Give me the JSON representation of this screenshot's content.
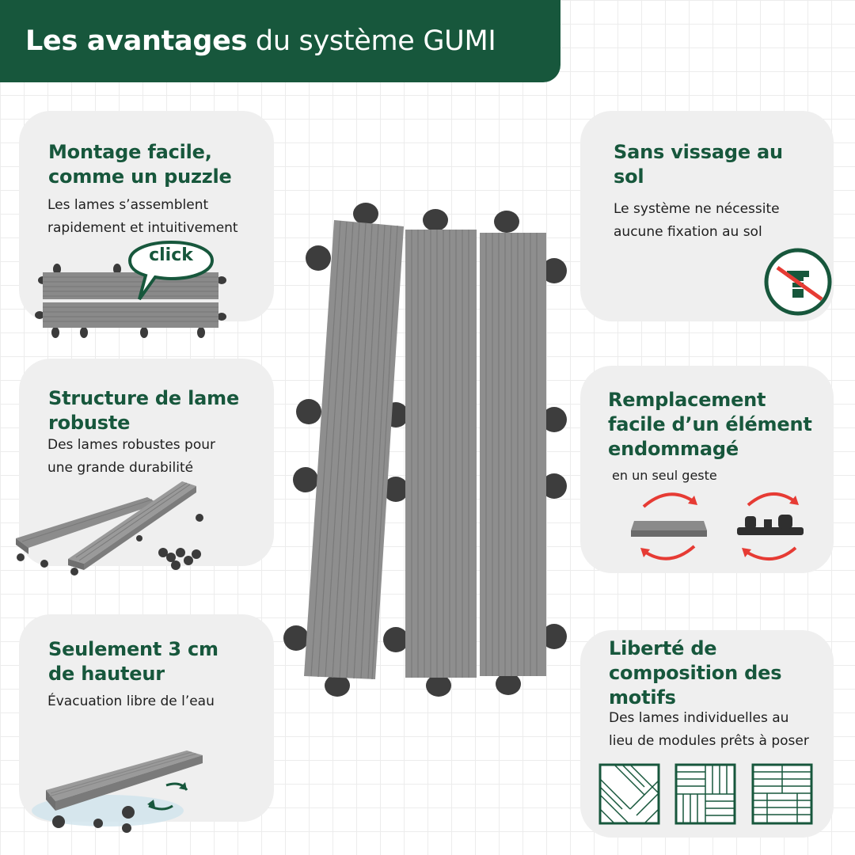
{
  "header": {
    "title_bold": "Les avantages",
    "title_rest": " du système GUMI"
  },
  "features": {
    "assembly": {
      "title_line1": "Montage facile,",
      "title_line2": "comme un puzzle",
      "desc_line1": "Les lames s’assemblent",
      "desc_line2": "rapidement et intuitivement",
      "bubble": "click"
    },
    "structure": {
      "title_line1": "Structure de lame",
      "title_line2": "robuste",
      "desc_line1": "Des lames robustes pour",
      "desc_line2": "une grande durabilité"
    },
    "height": {
      "title_line1": "Seulement 3 cm",
      "title_line2": "de hauteur",
      "desc_line1": "Évacuation libre de l’eau"
    },
    "no_screw": {
      "title_line1": "Sans vissage au",
      "title_line2": "sol",
      "desc_line1": "Le système ne nécessite",
      "desc_line2": "aucune fixation au sol",
      "icon": "no-screw-icon"
    },
    "replace": {
      "title_line1": "Remplacement",
      "title_line2": "facile d’un élément",
      "title_line3": "endommagé",
      "desc_line1": "en un seul geste"
    },
    "patterns": {
      "title_line1": "Liberté de",
      "title_line2": "composition des",
      "title_line3": "motifs",
      "desc_line1": "Des lames individuelles au",
      "desc_line2": "lieu de modules prêts à poser"
    }
  },
  "colors": {
    "brand_green": "#17573c",
    "card_bg": "#efefef",
    "board_gray": "#8c8c8c",
    "clip_dark": "#3b3b3b",
    "arrow_red": "#e63b34"
  }
}
